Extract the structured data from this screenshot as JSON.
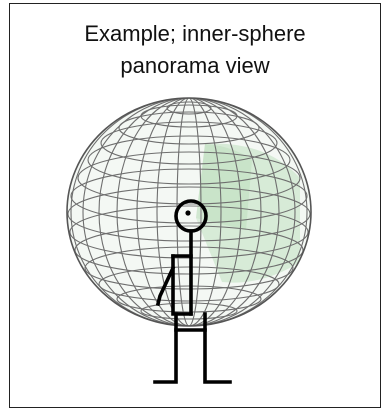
{
  "caption": {
    "line1": "Example; inner-sphere",
    "line2": "panorama view"
  },
  "colors": {
    "sphere_lines": "#6e6e6e",
    "view_cone": "#cfe7cf",
    "figure": "#000000",
    "border": "#222222"
  },
  "icons": {
    "sphere": "wireframe-globe",
    "person": "stick-figure"
  }
}
